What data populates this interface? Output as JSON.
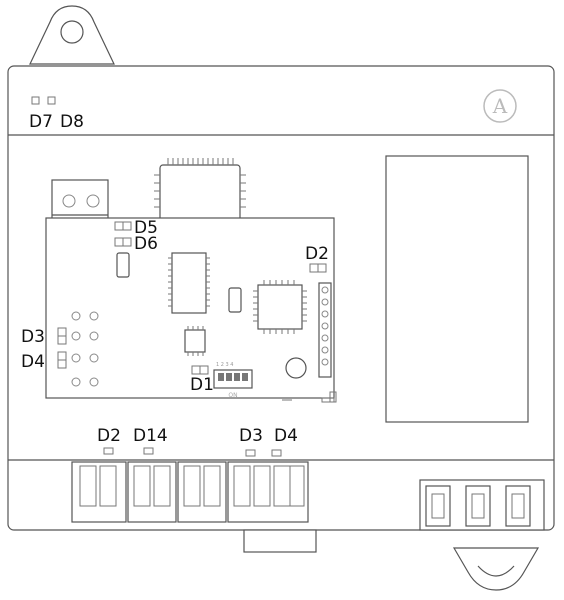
{
  "labels": {
    "d7": "D7",
    "d8": "D8",
    "d5": "D5",
    "d6": "D6",
    "d2_board": "D2",
    "d3_board": "D3",
    "d4_board": "D4",
    "d1": "D1",
    "d2_bottom": "D2",
    "d14_bottom": "D14",
    "d3_bottom": "D3",
    "d4_bottom": "D4"
  },
  "logo": {
    "letter": "A"
  },
  "dip_switch": {
    "numbers": "1 2 3 4",
    "caption": "ON"
  }
}
